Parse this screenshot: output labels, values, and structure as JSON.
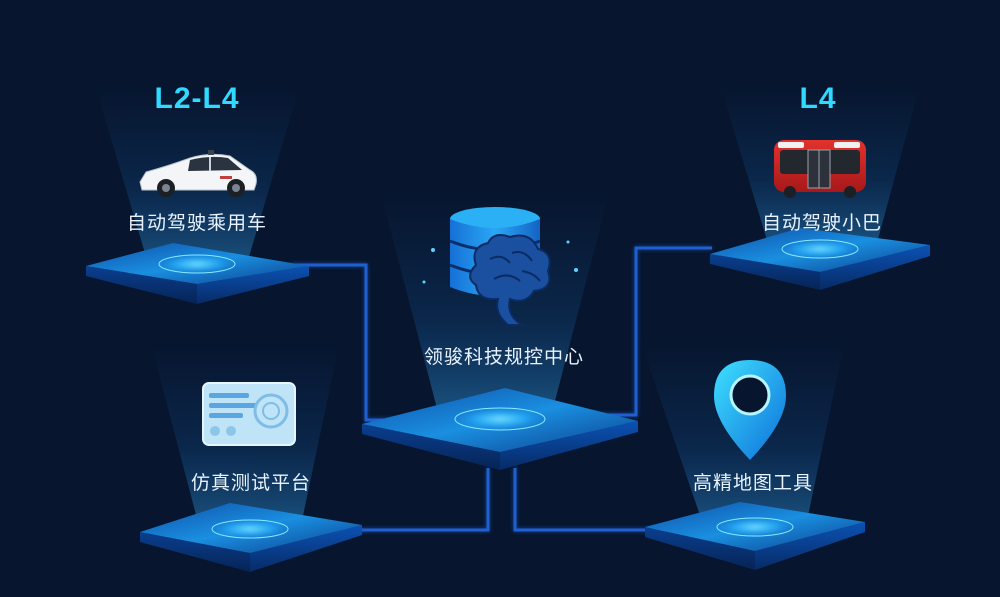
{
  "colors": {
    "background": "#07152e",
    "accent": "#2fd9ff",
    "platform_top": "#1a8fe0",
    "connector": "#1f5fd0",
    "label": "#e9f3ff"
  },
  "center": {
    "label": "领骏科技规控中心",
    "icon": "brain-database-icon"
  },
  "nodes": {
    "passenger_car": {
      "level": "L2-L4",
      "label": "自动驾驶乘用车",
      "icon": "car-icon"
    },
    "minibus": {
      "level": "L4",
      "label": "自动驾驶小巴",
      "icon": "bus-icon"
    },
    "simulation": {
      "label": "仿真测试平台",
      "icon": "simulation-card-icon"
    },
    "hd_map": {
      "label": "高精地图工具",
      "icon": "map-pin-icon"
    }
  }
}
